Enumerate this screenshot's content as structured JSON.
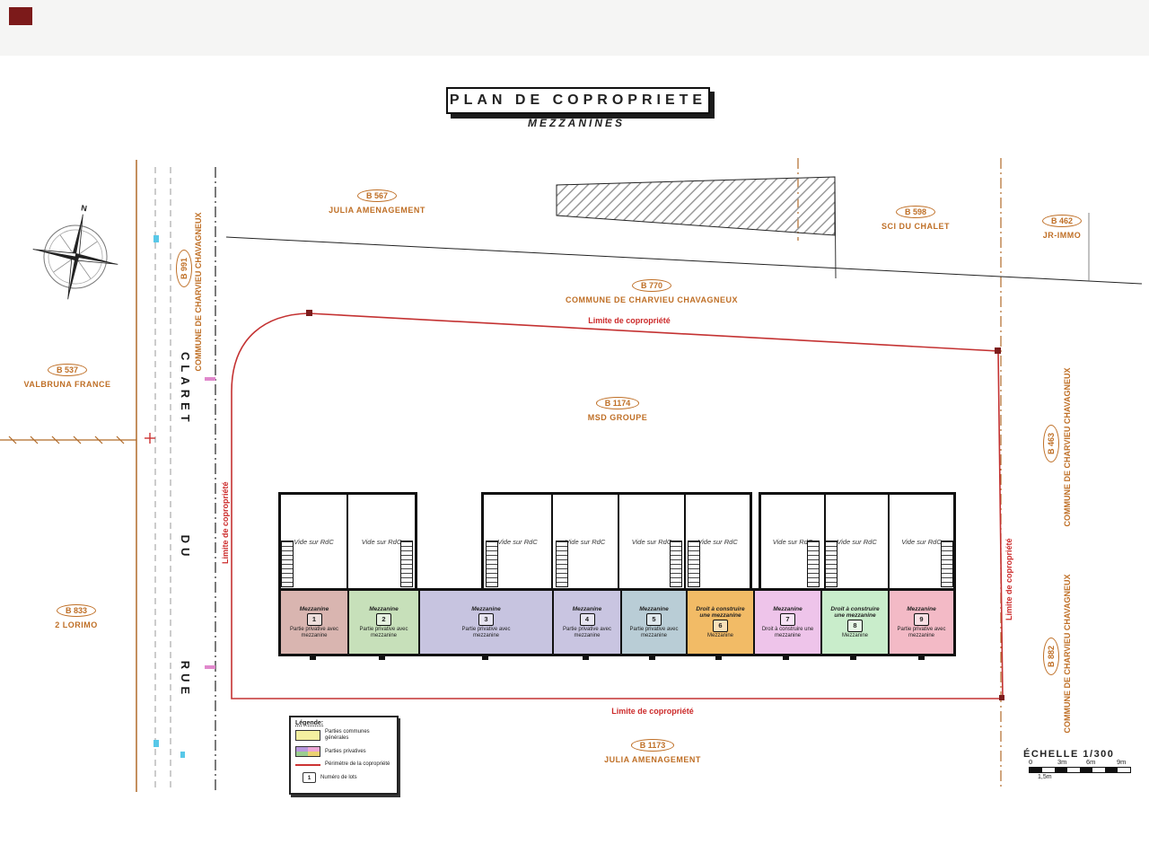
{
  "title": {
    "main": "PLAN DE COPROPRIETE",
    "subtitle": "MEZZANINES"
  },
  "compass": {
    "north": "N"
  },
  "street": {
    "word1": "CLARET",
    "word2": "DU",
    "word3": "RUE"
  },
  "boundary": {
    "limite_label": "Limite de copropriété",
    "color": "#c43232"
  },
  "parcels": [
    {
      "id": "B 567",
      "name": "JULIA AMENAGEMENT"
    },
    {
      "id": "B 991",
      "name": "COMMUNE DE CHARVIEU CHAVAGNEUX"
    },
    {
      "id": "B 598",
      "name": "SCI DU CHALET"
    },
    {
      "id": "B 462",
      "name": "JR-IMMO"
    },
    {
      "id": "B 770",
      "name": "COMMUNE DE CHARVIEU CHAVAGNEUX"
    },
    {
      "id": "B 537",
      "name": "VALBRUNA FRANCE"
    },
    {
      "id": "B 1174",
      "name": "MSD GROUPE"
    },
    {
      "id": "B 833",
      "name": "2 LORIMO"
    },
    {
      "id": "B 463",
      "name": "COMMUNE DE CHARVIEU CHAVAGNEUX"
    },
    {
      "id": "B 882",
      "name": "COMMUNE DE CHARVIEU CHAVAGNEUX"
    },
    {
      "id": "B 1173",
      "name": "JULIA AMENAGEMENT"
    }
  ],
  "building": {
    "void_label": "Vide sur RdC",
    "units": [
      {
        "num": "1",
        "top": "Mezzanine",
        "bottom": "Partie privative avec mezzanine",
        "color": "#d9b5b0"
      },
      {
        "num": "2",
        "top": "Mezzanine",
        "bottom": "Partie privative avec mezzanine",
        "color": "#c7e0ba"
      },
      {
        "num": "3",
        "top": "Mezzanine",
        "bottom": "Partie privative avec mezzanine",
        "color": "#c7c4e0"
      },
      {
        "num": "4",
        "top": "Mezzanine",
        "bottom": "Partie privative avec mezzanine",
        "color": "#c9c5e1"
      },
      {
        "num": "5",
        "top": "Mezzanine",
        "bottom": "Partie privative avec mezzanine",
        "color": "#b9cdd6"
      },
      {
        "num": "6",
        "top": "Droit à construire une mezzanine",
        "bottom": "Mezzanine",
        "color": "#f2bb66"
      },
      {
        "num": "7",
        "top": "Mezzanine",
        "bottom": "Droit à construire une mezzanine",
        "color": "#eec4ea"
      },
      {
        "num": "8",
        "top": "Droit à construire une mezzanine",
        "bottom": "Mezzanine",
        "color": "#c9edcb"
      },
      {
        "num": "9",
        "top": "Mezzanine",
        "bottom": "Partie privative avec mezzanine",
        "color": "#f3bac6"
      }
    ]
  },
  "legend": {
    "title": "Légende:",
    "items": [
      {
        "label": "Parties communes générales",
        "color": "#f4f0a0"
      },
      {
        "label": "Parties privatives",
        "colors": [
          "#b897dd",
          "#eda6d6",
          "#9bce90",
          "#ecd272"
        ]
      },
      {
        "label": "Périmètre de la copropriété",
        "color": "#cc3333"
      },
      {
        "label": "Numéro de lots",
        "sample": "1"
      }
    ]
  },
  "scale": {
    "title": "ÉCHELLE 1/300",
    "ticks": [
      "0",
      "3m",
      "6m",
      "9m"
    ],
    "subtick": "1,5m"
  }
}
